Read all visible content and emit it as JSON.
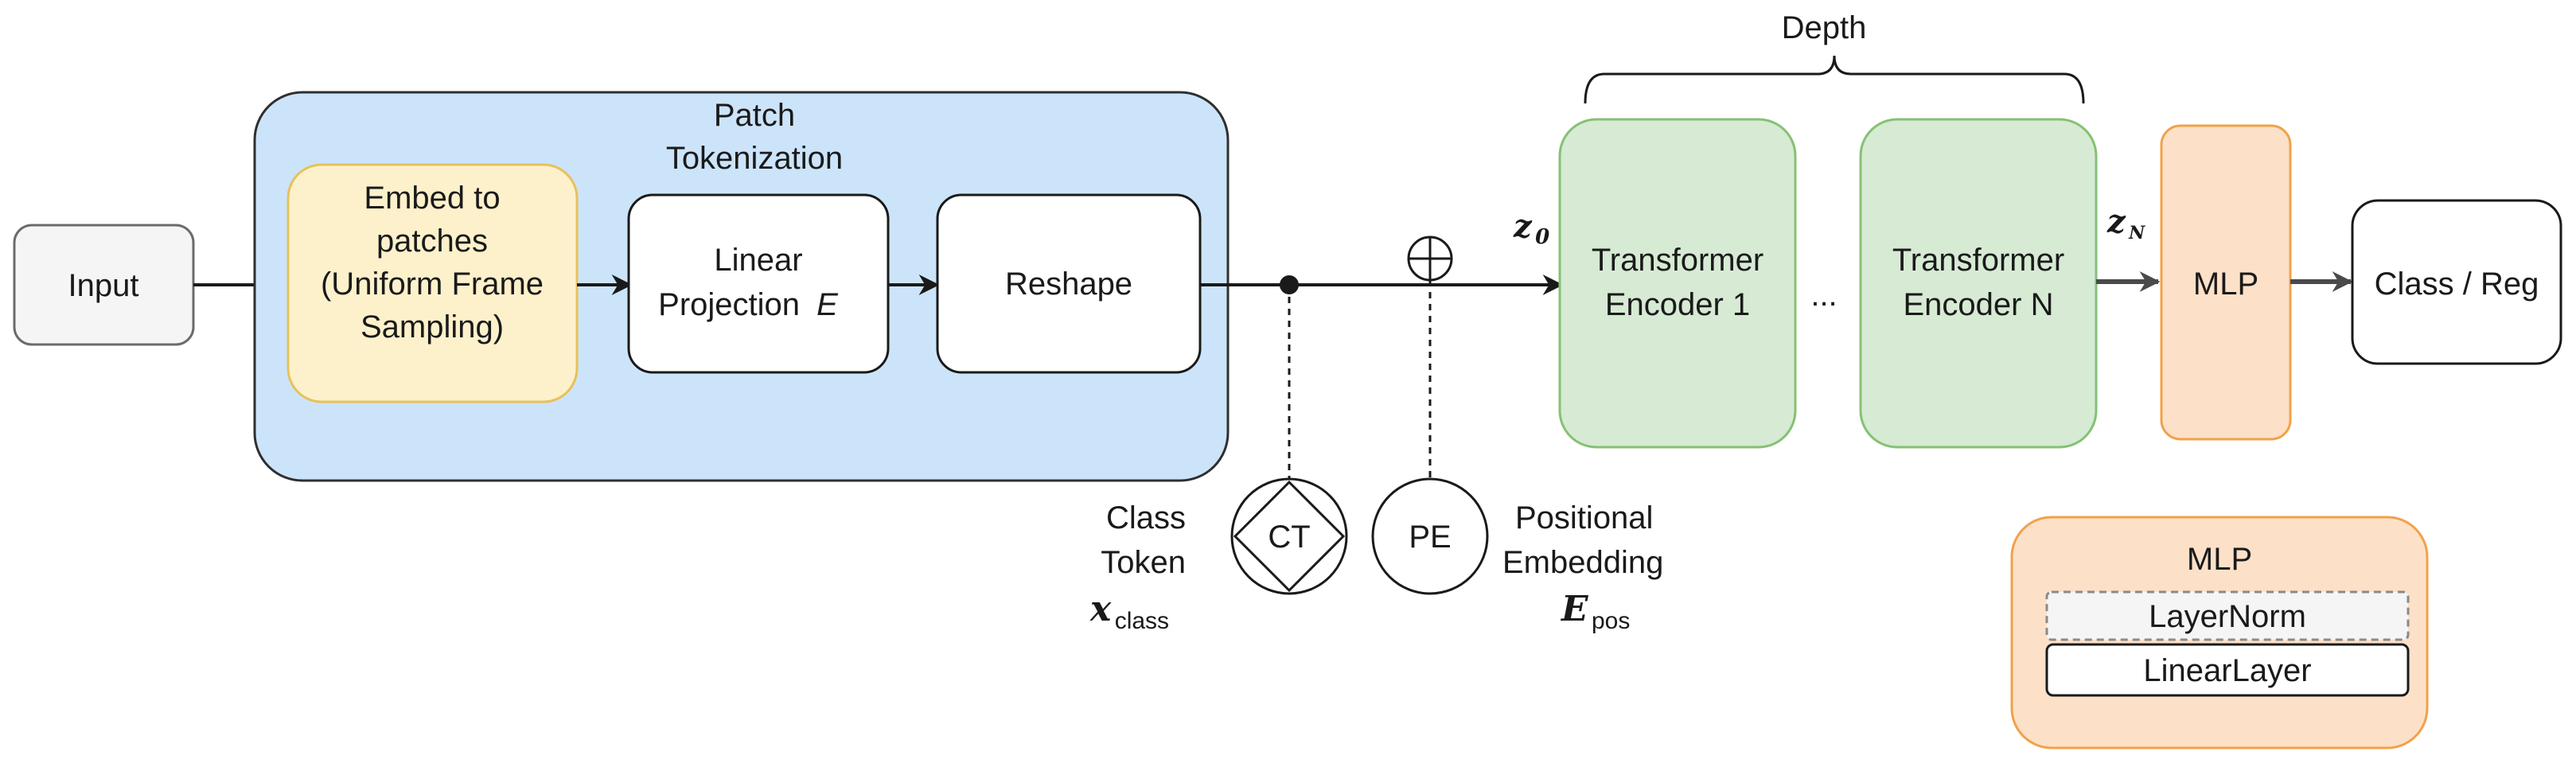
{
  "input": "Input",
  "patch_group": {
    "title_line1": "Patch",
    "title_line2": "Tokenization"
  },
  "embed": {
    "line1": "Embed to",
    "line2": "patches",
    "line3": "(Uniform Frame",
    "line4": "Sampling)"
  },
  "linear_projection": {
    "line1": "Linear",
    "line2": "Projection",
    "symbol": "E"
  },
  "reshape": "Reshape",
  "class_token": {
    "symbol": "CT",
    "line1": "Class",
    "line2": "Token",
    "math_main": "x",
    "math_sub": "class"
  },
  "positional": {
    "symbol": "PE",
    "line1": "Positional",
    "line2": "Embedding",
    "math_main": "E",
    "math_sub": "pos",
    "add_symbol": "⊕"
  },
  "z0": {
    "main": "z",
    "sub": "0"
  },
  "depth": "Depth",
  "encoder1": {
    "line1": "Transformer",
    "line2": "Encoder 1"
  },
  "ellipsis": "...",
  "encoderN": {
    "line1": "Transformer",
    "line2": "Encoder N"
  },
  "zN": {
    "main": "z",
    "sub": "N"
  },
  "mlp": "MLP",
  "output": "Class / Reg",
  "mlp_legend": {
    "title": "MLP",
    "layer1": "LayerNorm",
    "layer2": "LinearLayer"
  },
  "colors": {
    "patch_group_fill": "#cce4fa",
    "embed_fill": "#fdf1cb",
    "embed_stroke": "#e8c15a",
    "encoder_fill": "#d6ead4",
    "encoder_stroke": "#86c173",
    "mlp_fill": "#fde0c8",
    "mlp_stroke": "#f0a24a",
    "input_fill": "#f5f5f5"
  }
}
